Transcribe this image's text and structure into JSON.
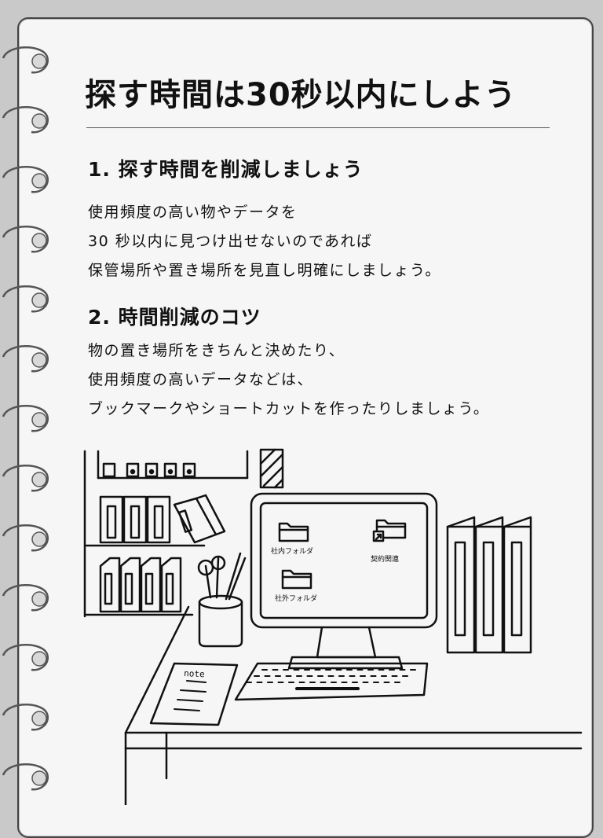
{
  "title": "探す時間は30秒以内にしよう",
  "section1": {
    "heading": "1. 探す時間を削減しましょう",
    "lines": [
      "使用頻度の高い物やデータを",
      "30 秒以内に見つけ出せないのであれば",
      "保管場所や置き場所を見直し明確にしましょう。"
    ]
  },
  "section2": {
    "heading": "2. 時間削減のコツ",
    "lines": [
      "物の置き場所をきちんと決めたり、",
      "使用頻度の高いデータなどは、",
      "ブックマークやショートカットを作ったりしましょう。"
    ]
  },
  "illustration": {
    "folders": [
      "社内フォルダ",
      "契約関連",
      "社外フォルダ"
    ],
    "note_label": "note"
  }
}
